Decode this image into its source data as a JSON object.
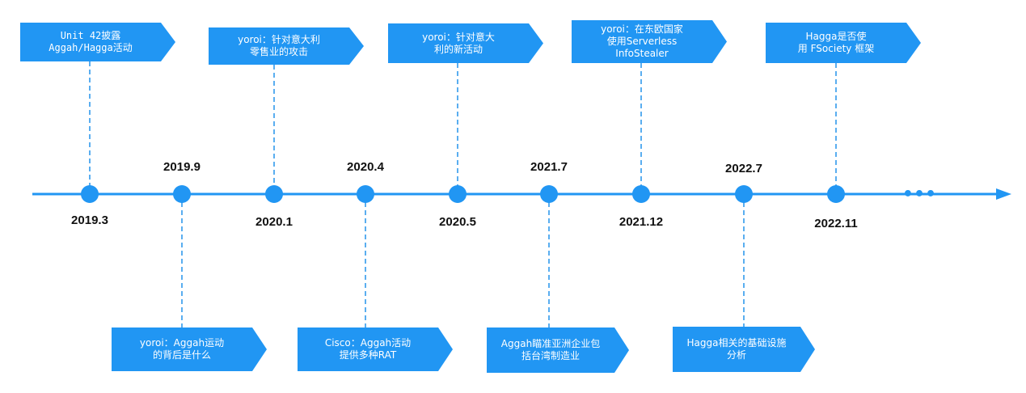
{
  "colors": {
    "accent": "#2196f3",
    "connector": "#5aaef0",
    "date_text": "#111111",
    "callout_text": "#ffffff"
  },
  "events": [
    {
      "date": "2019.3",
      "text": "Unit 42披露\nAggah/Hagga活动"
    },
    {
      "date": "2019.9",
      "text": "yoroi：Aggah运动\n的背后是什么"
    },
    {
      "date": "2020.1",
      "text": "yoroi：针对意大利\n零售业的攻击"
    },
    {
      "date": "2020.4",
      "text": "Cisco：Aggah活动\n提供多种RAT"
    },
    {
      "date": "2020.5",
      "text": "yoroi：针对意大\n利的新活动"
    },
    {
      "date": "2021.7",
      "text": "Aggah瞄准亚洲企业包\n括台湾制造业"
    },
    {
      "date": "2021.12",
      "text": "yoroi：在东欧国家\n使用Serverless\nInfoStealer"
    },
    {
      "date": "2022.7",
      "text": "Hagga相关的基础设施\n分析"
    },
    {
      "date": "2022.11",
      "text": "Hagga是否使\n用 FSociety 框架"
    }
  ],
  "continuation": "•••"
}
